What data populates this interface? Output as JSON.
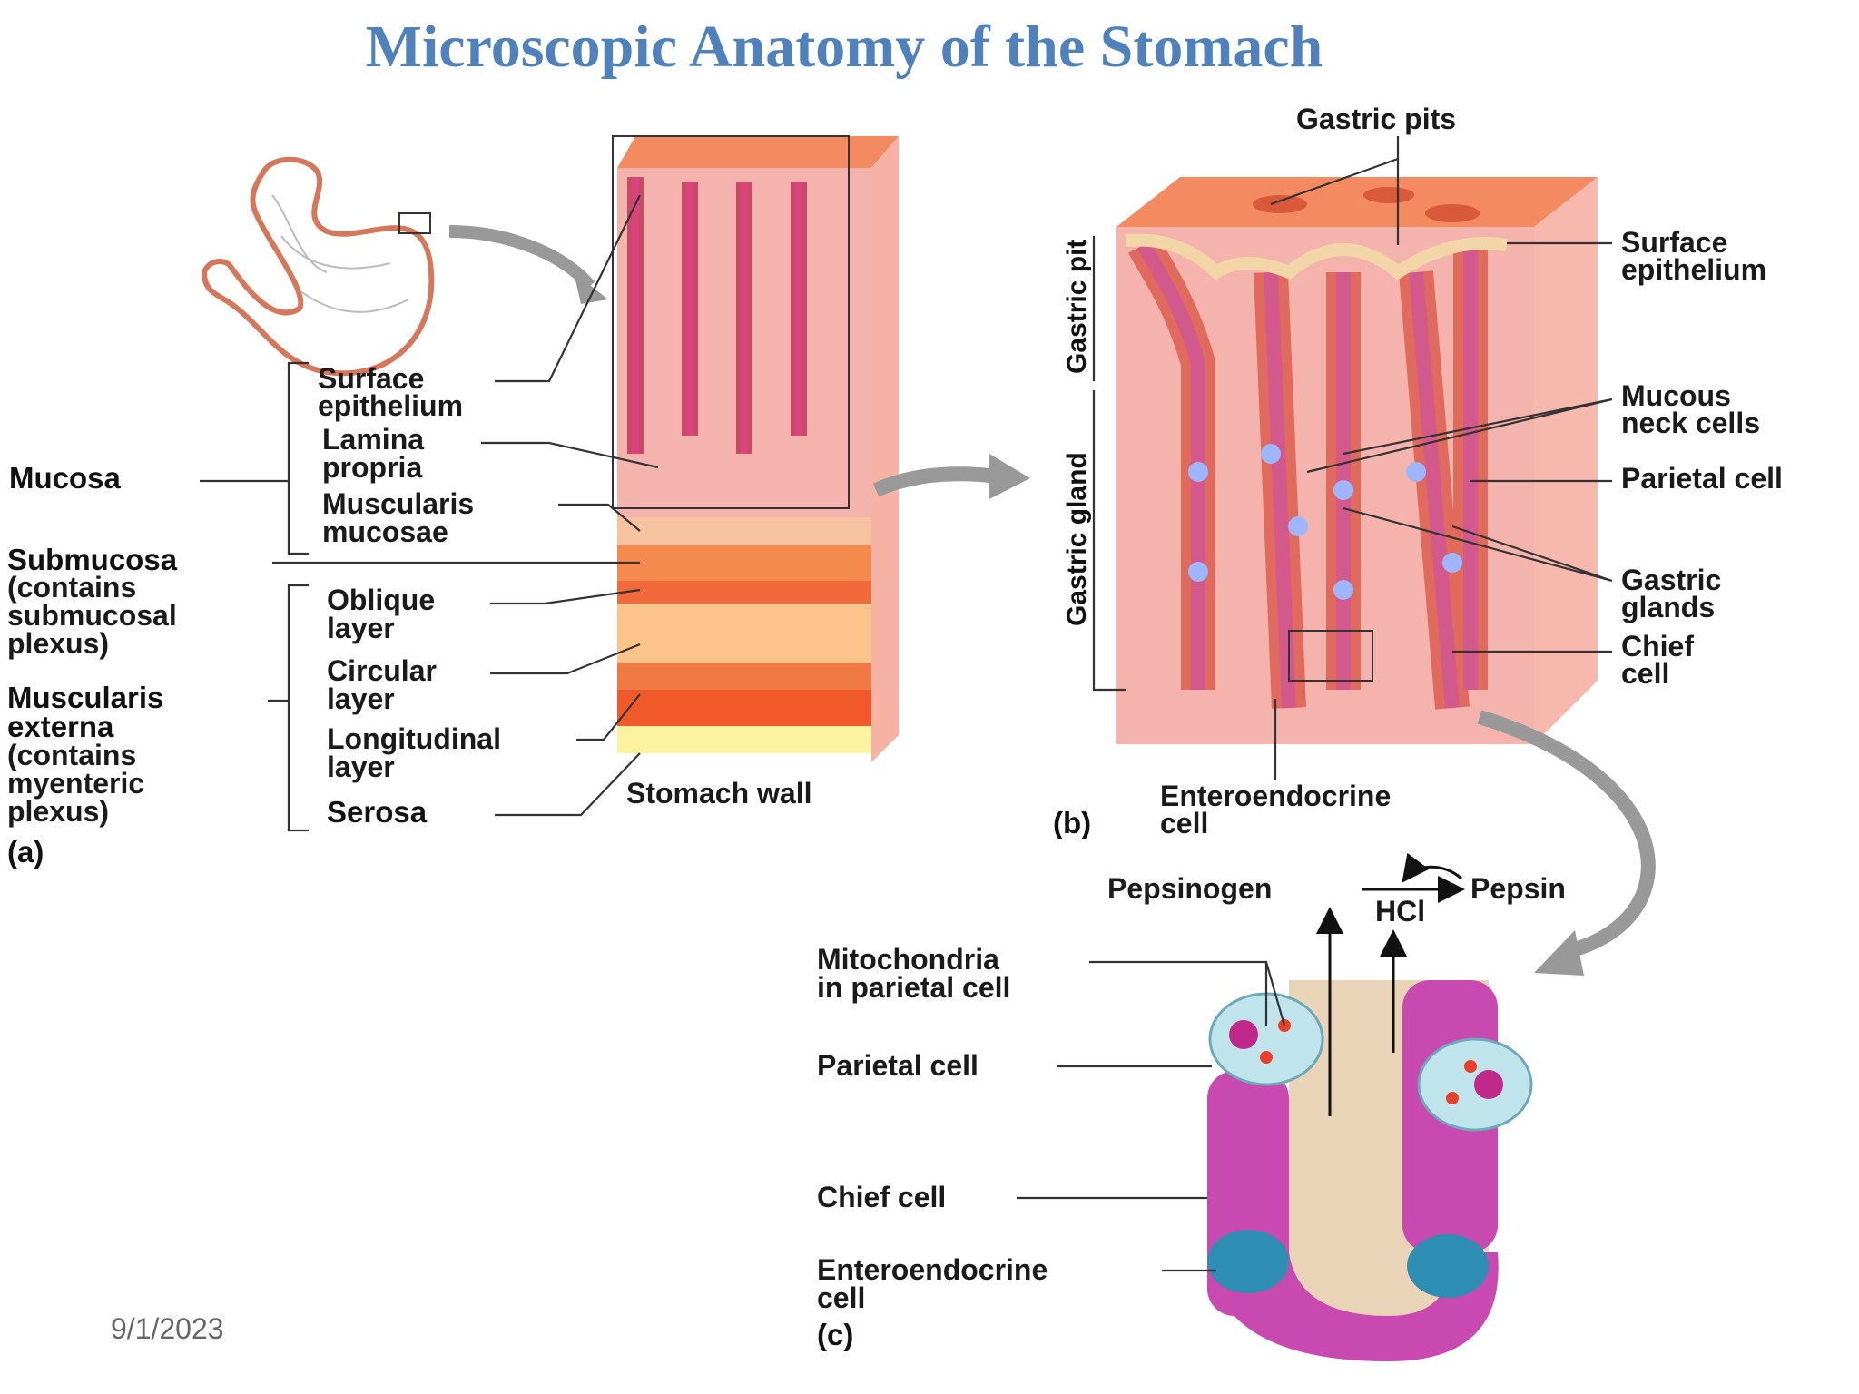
{
  "title": "Microscopic Anatomy of the Stomach",
  "date": "9/1/2023",
  "panel_a": {
    "tag": "(a)",
    "caption": "Stomach wall",
    "mucosa": "Mucosa",
    "submucosa": [
      "Submucosa",
      "(contains",
      "submucosal",
      "plexus)"
    ],
    "muscularis": [
      "Muscularis",
      "externa",
      "(contains",
      "myenteric",
      "plexus)"
    ],
    "surface_epithelium": [
      "Surface",
      "epithelium"
    ],
    "lamina_propria": [
      "Lamina",
      "propria"
    ],
    "muscularis_mucosae": [
      "Muscularis",
      "mucosae"
    ],
    "oblique": [
      "Oblique",
      "layer"
    ],
    "circular": [
      "Circular",
      "layer"
    ],
    "longitudinal": [
      "Longitudinal",
      "layer"
    ],
    "serosa": "Serosa"
  },
  "panel_b": {
    "tag": "(b)",
    "gastric_pits": "Gastric pits",
    "gastric_pit": "Gastric pit",
    "gastric_gland": "Gastric gland",
    "surface_epithelium": [
      "Surface",
      "epithelium"
    ],
    "mucous_neck": [
      "Mucous",
      "neck cells"
    ],
    "parietal": "Parietal cell",
    "gastric_glands": [
      "Gastric",
      "glands"
    ],
    "chief": [
      "Chief",
      "cell"
    ],
    "enteroendocrine": [
      "Enteroendocrine",
      "cell"
    ]
  },
  "panel_c": {
    "tag": "(c)",
    "pepsinogen": "Pepsinogen",
    "pepsin": "Pepsin",
    "hcl": "HCl",
    "mitochondria": [
      "Mitochondria",
      "in parietal cell"
    ],
    "parietal": "Parietal cell",
    "chief": "Chief cell",
    "enteroendocrine": [
      "Enteroendocrine",
      "cell"
    ]
  }
}
